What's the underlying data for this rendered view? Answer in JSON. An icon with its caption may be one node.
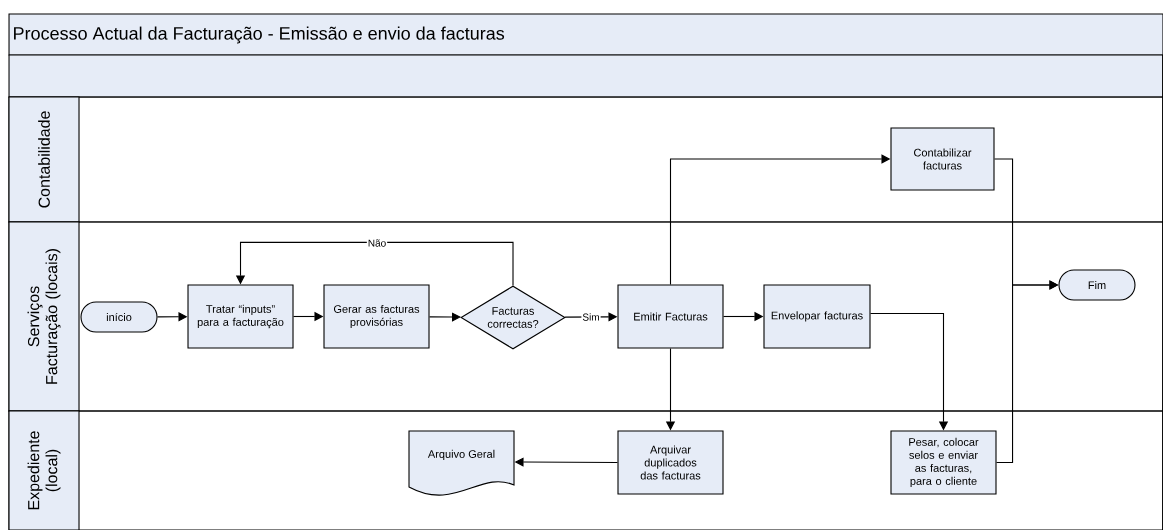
{
  "diagram": {
    "title": "Processo Actual da Facturação - Emissão e envio da facturas",
    "nodes": [
      {
        "text": [
          "Contabilidade"
        ]
      },
      {
        "text": [
          "Serviços Facturação (locais)"
        ]
      },
      {
        "text": [
          "Expediente (local)"
        ]
      },
      {
        "text": [
          "Contabilizar facturas"
        ],
        "in": 0
      },
      {
        "text": [
          "início"
        ],
        "in": 1
      },
      {
        "text": [
          "Tratar “inputs” para a facturação"
        ],
        "in": 1
      },
      {
        "text": [
          "Gerar as facturas provisórias"
        ],
        "in": 1
      },
      {
        "text": [
          "Facturas correctas?"
        ],
        "in": 1
      },
      {
        "text": [
          "Emitir Facturas"
        ],
        "in": 1
      },
      {
        "text": [
          "Envelopar facturas"
        ],
        "in": 1
      },
      {
        "text": [
          "Fim"
        ],
        "in": 1
      },
      {
        "text": [
          "Arquivo Geral"
        ],
        "in": 2
      },
      {
        "text": [
          "Arquivar duplicados das facturas"
        ],
        "in": 2
      },
      {
        "text": [
          "Pesar, colocar selos e enviar as facturas, para o cliente"
        ],
        "in": 2
      }
    ],
    "edges": [
      {
        "from": 4,
        "to": 5,
        "arrow": "to"
      },
      {
        "from": 5,
        "to": 6,
        "arrow": "to"
      },
      {
        "from": 6,
        "to": 7,
        "arrow": "to"
      },
      {
        "from": 7,
        "to": 5,
        "arrow": "to",
        "label": "Não"
      },
      {
        "from": 7,
        "to": 8,
        "arrow": "to",
        "label": "Sim"
      },
      {
        "from": 8,
        "to": 3,
        "arrow": "to"
      },
      {
        "from": 8,
        "to": 9,
        "arrow": "to"
      },
      {
        "from": 8,
        "to": 12,
        "arrow": "to"
      },
      {
        "from": 12,
        "to": 11,
        "arrow": "to"
      },
      {
        "from": 9,
        "to": 13,
        "arrow": "to"
      },
      {
        "from": 3,
        "to": 10,
        "arrow": "to"
      },
      {
        "from": 13,
        "to": 10,
        "arrow": "to"
      }
    ]
  }
}
